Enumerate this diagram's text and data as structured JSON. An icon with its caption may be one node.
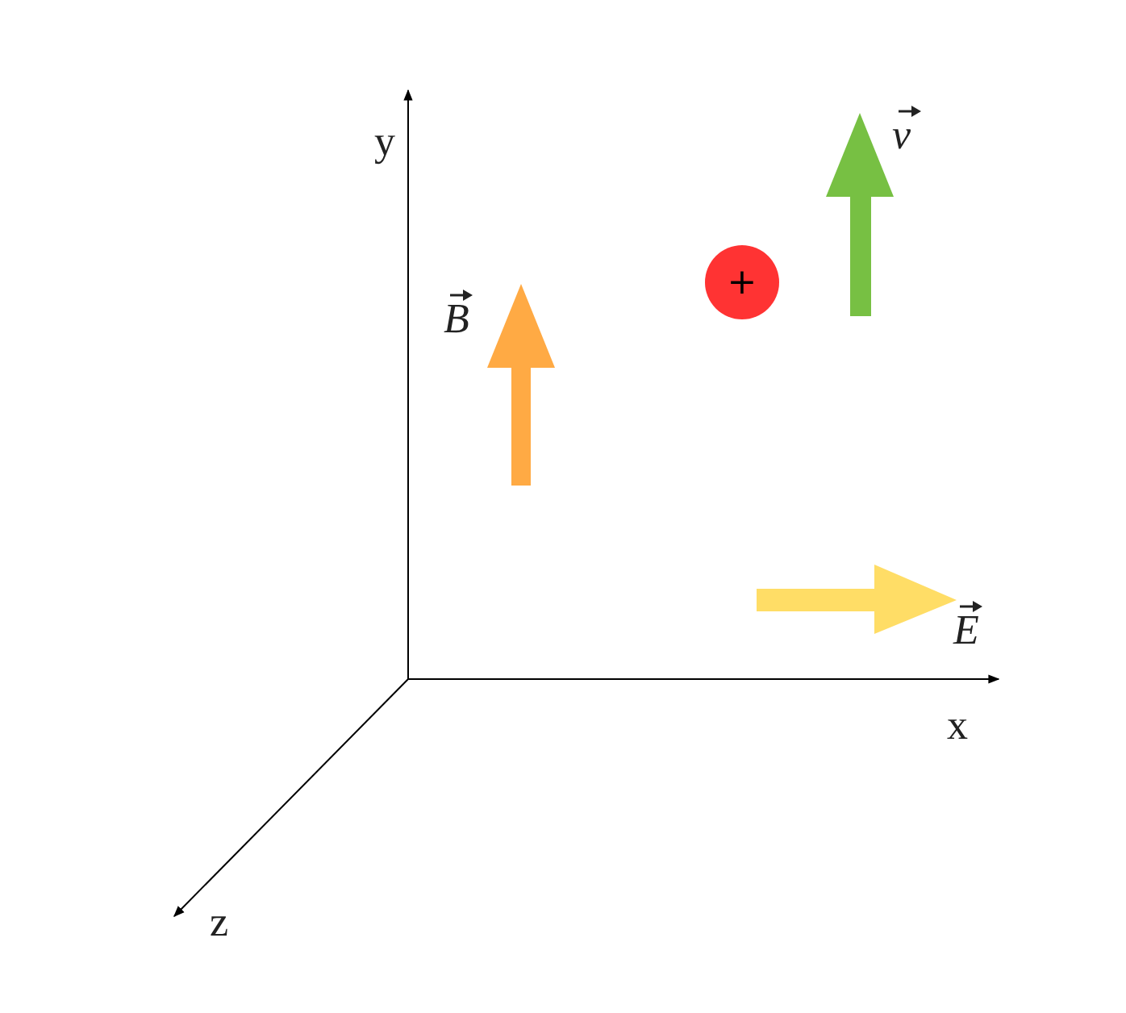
{
  "diagram": {
    "nodes": [
      {
        "text": [
          "+"
        ]
      }
    ],
    "labels": [
      "y",
      "v",
      "B",
      "E",
      "x",
      "z"
    ]
  }
}
